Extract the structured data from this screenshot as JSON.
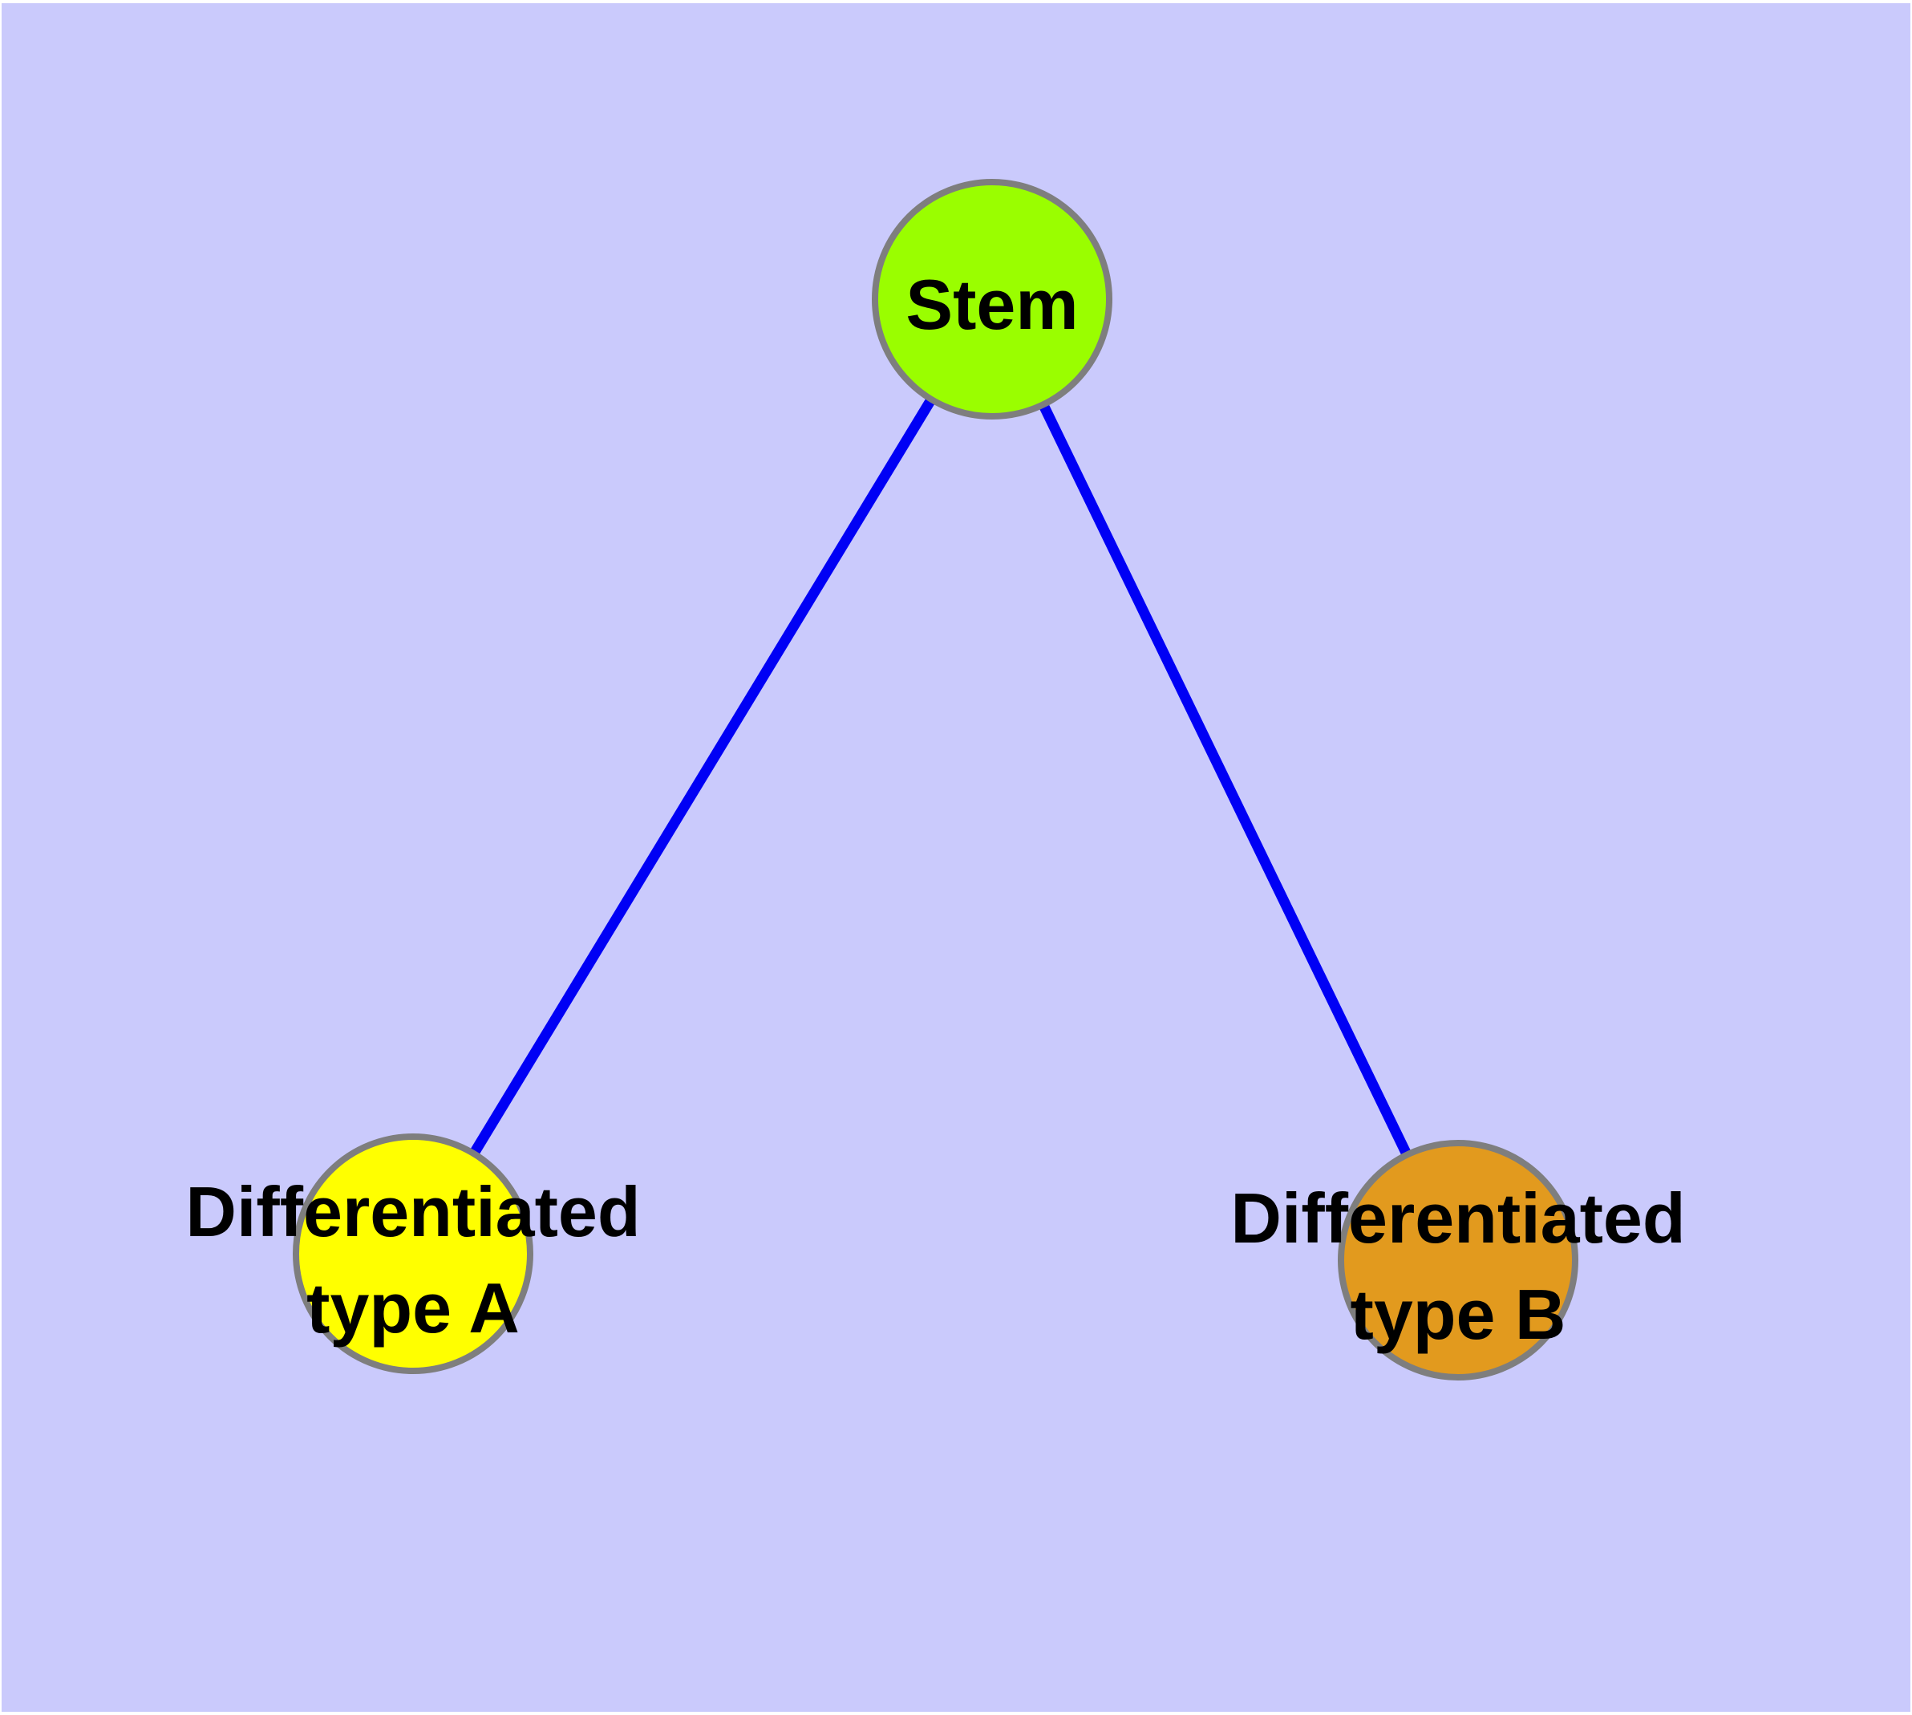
{
  "diagram": {
    "type": "graph",
    "topic": "Stem cell differentiation hierarchy",
    "nodes": [
      {
        "id": "stem",
        "label": "Stem",
        "shape": "circle",
        "fill": "#9AFE00"
      },
      {
        "id": "differentiated-type-a",
        "label": "Differentiated type A",
        "label_line1": "Differentiated",
        "label_line2": "type A",
        "shape": "circle",
        "fill": "#FFFF00"
      },
      {
        "id": "differentiated-type-b",
        "label": "Differentiated type B",
        "label_line1": "Differentiated",
        "label_line2": "type B",
        "shape": "circle",
        "fill": "#E29A1E"
      }
    ],
    "edges": [
      {
        "from": "stem",
        "to": "differentiated-type-a"
      },
      {
        "from": "stem",
        "to": "differentiated-type-b"
      }
    ],
    "colors": {
      "page_margin": "#FFFFFF",
      "background": "#CACAFC",
      "edge": "#0000F5",
      "node_border": "#7E7E7E",
      "label_text": "#000000"
    }
  }
}
